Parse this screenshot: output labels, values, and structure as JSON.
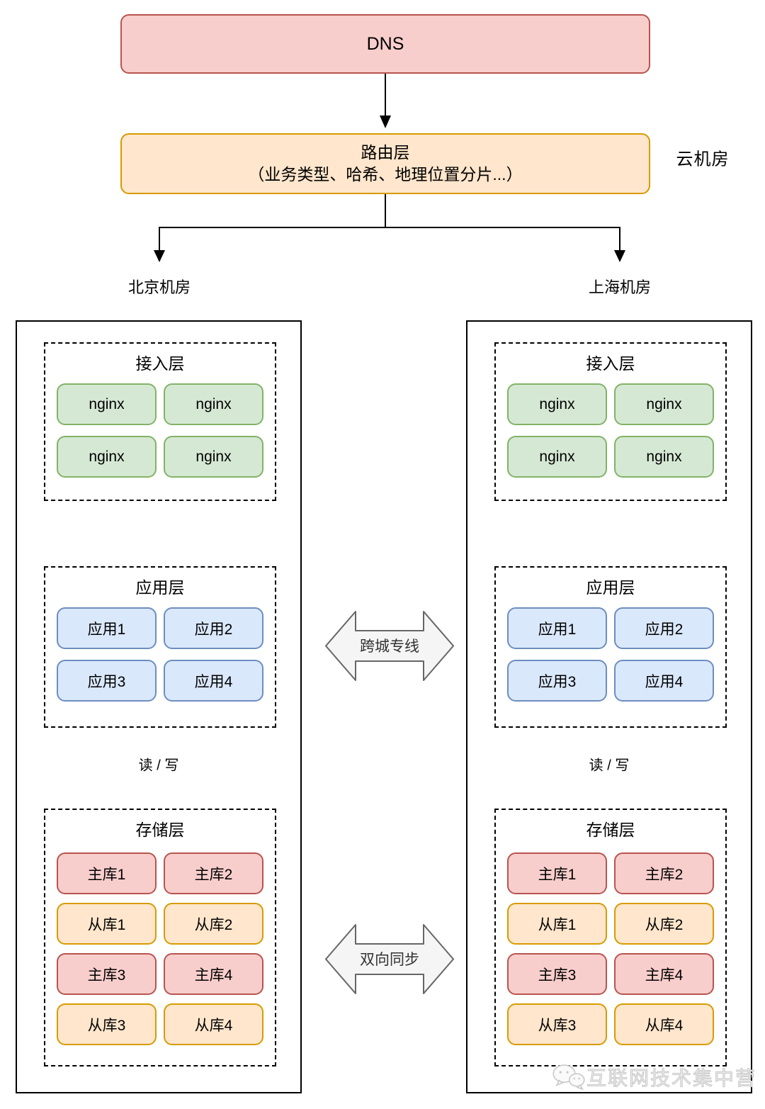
{
  "top": {
    "dns_label": "DNS",
    "router_title": "路由层",
    "router_subtitle": "（业务类型、哈希、地理位置分片...）",
    "cloud_room_label": "云机房"
  },
  "connectors": {
    "cross_city_link": "跨城专线",
    "bidirectional_sync": "双向同步",
    "read_write": "读 / 写"
  },
  "datacenters": [
    {
      "name": "北京机房",
      "access_layer": {
        "title": "接入层",
        "nodes": [
          "nginx",
          "nginx",
          "nginx",
          "nginx"
        ]
      },
      "app_layer": {
        "title": "应用层",
        "nodes": [
          "应用1",
          "应用2",
          "应用3",
          "应用4"
        ]
      },
      "storage_layer": {
        "title": "存储层",
        "nodes": [
          {
            "label": "主库1",
            "kind": "master"
          },
          {
            "label": "主库2",
            "kind": "master"
          },
          {
            "label": "从库1",
            "kind": "slave"
          },
          {
            "label": "从库2",
            "kind": "slave"
          },
          {
            "label": "主库3",
            "kind": "master"
          },
          {
            "label": "主库4",
            "kind": "master"
          },
          {
            "label": "从库3",
            "kind": "slave"
          },
          {
            "label": "从库4",
            "kind": "slave"
          }
        ]
      }
    },
    {
      "name": "上海机房",
      "access_layer": {
        "title": "接入层",
        "nodes": [
          "nginx",
          "nginx",
          "nginx",
          "nginx"
        ]
      },
      "app_layer": {
        "title": "应用层",
        "nodes": [
          "应用1",
          "应用2",
          "应用3",
          "应用4"
        ]
      },
      "storage_layer": {
        "title": "存储层",
        "nodes": [
          {
            "label": "主库1",
            "kind": "master"
          },
          {
            "label": "主库2",
            "kind": "master"
          },
          {
            "label": "从库1",
            "kind": "slave"
          },
          {
            "label": "从库2",
            "kind": "slave"
          },
          {
            "label": "主库3",
            "kind": "master"
          },
          {
            "label": "主库4",
            "kind": "master"
          },
          {
            "label": "从库3",
            "kind": "slave"
          },
          {
            "label": "从库4",
            "kind": "slave"
          }
        ]
      }
    }
  ],
  "watermark": {
    "icon": "wechat-icon",
    "text": "互联网技术集中营"
  },
  "colors": {
    "dns_fill": "#f8cecc",
    "dns_border": "#b85450",
    "router_fill": "#ffe6cc",
    "router_border": "#d79b00",
    "nginx_fill": "#d5e8d4",
    "nginx_border": "#82b366",
    "app_fill": "#dae8fc",
    "app_border": "#6c8ebf",
    "master_fill": "#f8cecc",
    "master_border": "#b85450",
    "slave_fill": "#ffe6cc",
    "slave_border": "#d79b00",
    "biarrow_fill": "#f5f5f5",
    "biarrow_border": "#666666",
    "line_color": "#000000"
  }
}
